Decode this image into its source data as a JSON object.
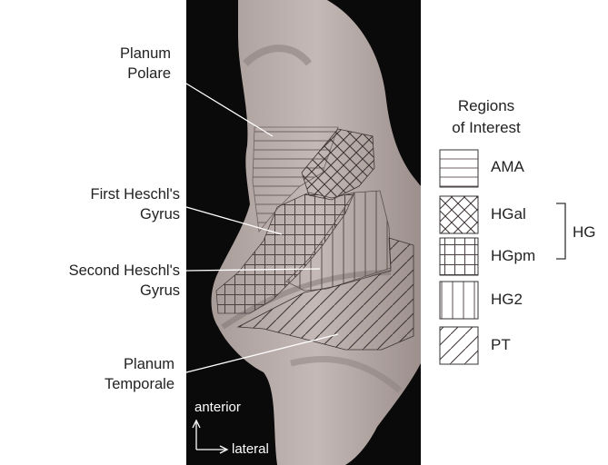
{
  "labels": {
    "planum_polare_1": "Planum",
    "planum_polare_2": "Polare",
    "first_heschl_1": "First Heschl's",
    "first_heschl_2": "Gyrus",
    "second_heschl_1": "Second Heschl's",
    "second_heschl_2": "Gyrus",
    "planum_temporale_1": "Planum",
    "planum_temporale_2": "Temporale"
  },
  "legend": {
    "title_1": "Regions",
    "title_2": "of Interest",
    "items": [
      {
        "label": "AMA",
        "pattern": "horizontal-lines"
      },
      {
        "label": "HGal",
        "pattern": "crosshatch-diagonal"
      },
      {
        "label": "HGpm",
        "pattern": "grid"
      },
      {
        "label": "HG2",
        "pattern": "vertical-lines"
      },
      {
        "label": "PT",
        "pattern": "diagonal-lines"
      }
    ],
    "group_label": "HG"
  },
  "orientation": {
    "up": "anterior",
    "right": "lateral"
  },
  "colors": {
    "background_panel": "#0a0a0a",
    "brain_surface": "#b9aeab",
    "brain_shadow": "#8e817e",
    "text": "#222222",
    "leader_line": "#ffffff"
  }
}
